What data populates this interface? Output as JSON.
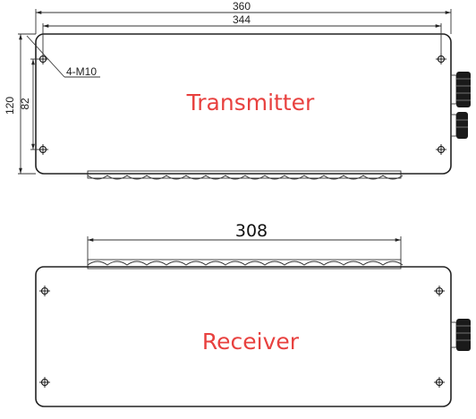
{
  "dimensions": {
    "overall_width": "360",
    "hole_spacing_width": "344",
    "overall_height": "120",
    "hole_spacing_height": "82",
    "lens_width": "308",
    "mount_hole": "4-M10"
  },
  "labels": {
    "transmitter": "Transmitter",
    "receiver": "Receiver"
  },
  "colors": {
    "label_red": "#e8413f",
    "line": "#222222"
  }
}
